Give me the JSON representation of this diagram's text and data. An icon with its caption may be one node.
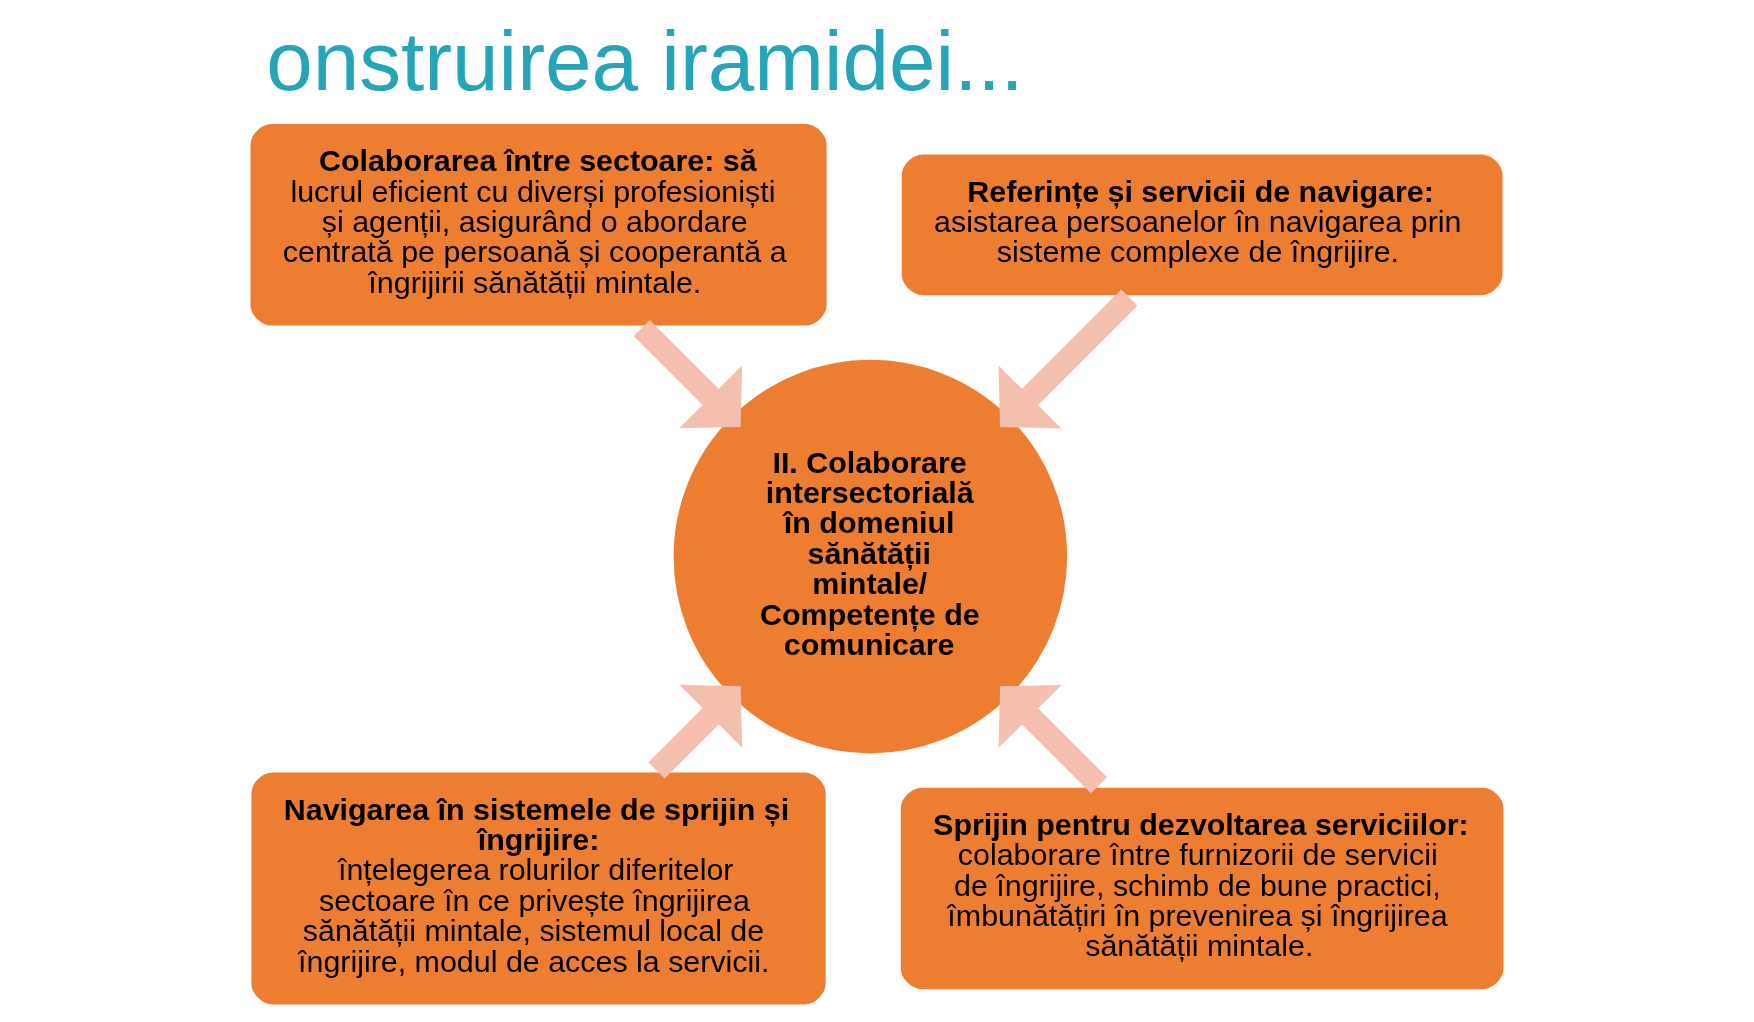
{
  "diagram": {
    "title": "onstruirea iramidei...",
    "nodes": [
      {
        "text": [
          "Referințe și servicii de navigare:",
          "asistarea persoanelor în navigarea prin sisteme complexe de îngrijire."
        ]
      },
      {
        "text": [
          "Colaborarea între sectoare: să",
          "lucrul eficient cu diverși profesioniști și agenții, asigurând o abordare centrată pe persoană și cooperantă a îngrijirii sănătății mintale."
        ]
      },
      {
        "text": [
          "Navigarea în sistemele de sprijin și îngrijire:",
          "înțelegerea rolurilor diferitelor sectoare în ce privește îngrijirea sănătății mintale, sistemul local de îngrijire, modul de acces la servicii."
        ]
      },
      {
        "text": [
          "II. Colaborare intersectorială în domeniul sănătății mintale/ Competențe de comunicare"
        ]
      },
      {
        "text": [
          "Sprijin pentru dezvoltarea serviciilor:",
          "colaborare între furnizorii de servicii de îngrijire, schimb de bune practici, îmbunătățiri în prevenirea și îngrijirea sănătății mintale."
        ]
      }
    ],
    "edges": [
      {
        "from": 0,
        "to": 3,
        "arrow": "to"
      },
      {
        "from": 1,
        "to": 3,
        "arrow": "to"
      },
      {
        "from": 2,
        "to": 3,
        "arrow": "to"
      },
      {
        "from": 4,
        "to": 3,
        "arrow": "to"
      }
    ]
  }
}
